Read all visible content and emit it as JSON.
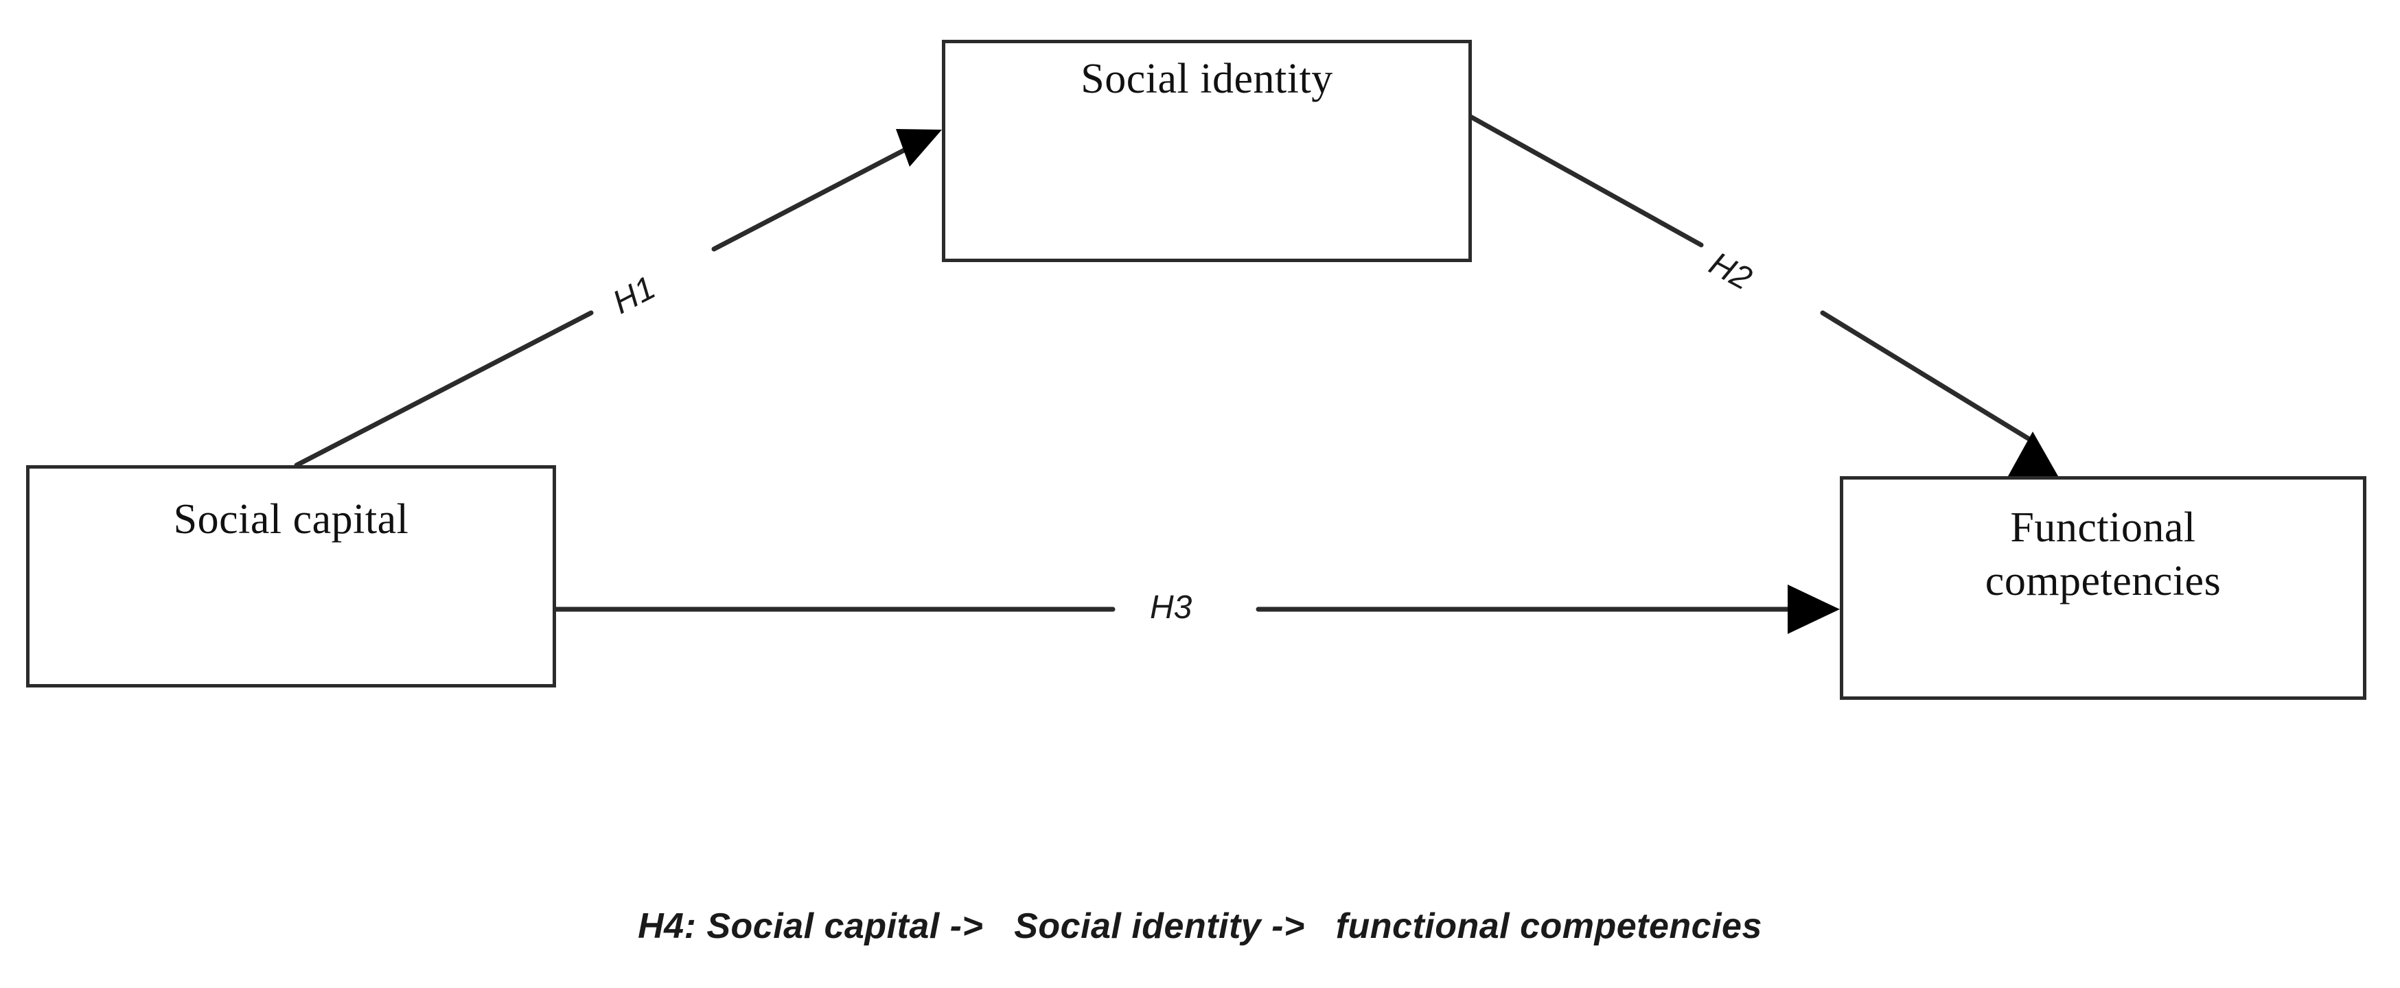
{
  "diagram": {
    "background_color": "#ffffff",
    "line_color": "#2b2b2b",
    "text_color": "#111111",
    "nodes": [
      {
        "id": "social-identity",
        "label": "Social identity"
      },
      {
        "id": "social-capital",
        "label": "Social capital"
      },
      {
        "id": "functional-competencies",
        "label": "Functional\ncompetencies"
      }
    ],
    "edges": [
      {
        "id": "h1",
        "label": "H1",
        "from": "social-capital",
        "to": "social-identity",
        "arrowhead": true
      },
      {
        "id": "h2",
        "label": "H2",
        "from": "social-identity",
        "to": "functional-competencies",
        "arrowhead": true
      },
      {
        "id": "h3",
        "label": "H3",
        "from": "social-capital",
        "to": "functional-competencies",
        "arrowhead": true
      }
    ],
    "caption": "H4: Social capital ->   Social identity ->   functional competencies"
  }
}
